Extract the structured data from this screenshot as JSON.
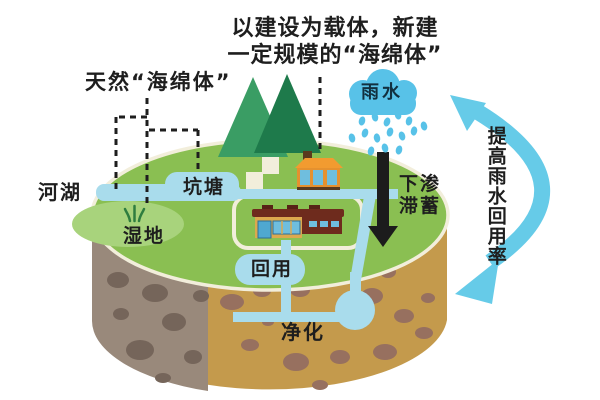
{
  "diagram_title": "sponge-city-rainwater-cycle",
  "labels": {
    "top_note_line1": "以建设为载体，新建",
    "top_note_line2": "一定规模的“海绵体”",
    "natural_sponge": "天然“海绵体”",
    "river_lake": "河湖",
    "pond": "坑塘",
    "wetland": "湿地",
    "rainwater": "雨水",
    "infiltration_line1": "下渗",
    "infiltration_line2": "滞蓄",
    "reuse": "回用",
    "purification": "净化",
    "cycle_note": "提高雨水回用率"
  },
  "icons": {
    "rain_cloud": "rain-cloud-icon",
    "raindrops": "raindrop-icon",
    "trees": "tree-icon",
    "small_house": "house-icon",
    "long_building": "building-icon",
    "underground_tank": "water-tank-icon",
    "down_arrow": "infiltration-down-arrow-icon",
    "cycle_arrow": "recycle-curved-arrow-icon",
    "grass": "wetland-grass-icon"
  },
  "colors": {
    "ink": "#1e1e1e",
    "grass": "#8abf52",
    "grass_light": "#a8d37c",
    "rim_cream": "#f2eedb",
    "soil_left": "#99897b",
    "soil_left_blob": "#75655a",
    "soil_right": "#c49a4c",
    "soil_right_blob": "#97705f",
    "water": "#a9dcec",
    "cloud_blue": "#58c2e8",
    "cycle_cyan": "#66cbe8",
    "tree_light": "#3a9d64",
    "tree_dark": "#1e7a4b",
    "roof_orange": "#f29b30",
    "wall_orange": "#e5912f",
    "chimney_brown": "#5a3a1e",
    "roof_dark": "#6e2b1d",
    "wall_tan": "#dca94e",
    "window_blue": "#6fbede",
    "door_blue": "#4fa8d0",
    "arrow_black": "#1c1c1c"
  }
}
